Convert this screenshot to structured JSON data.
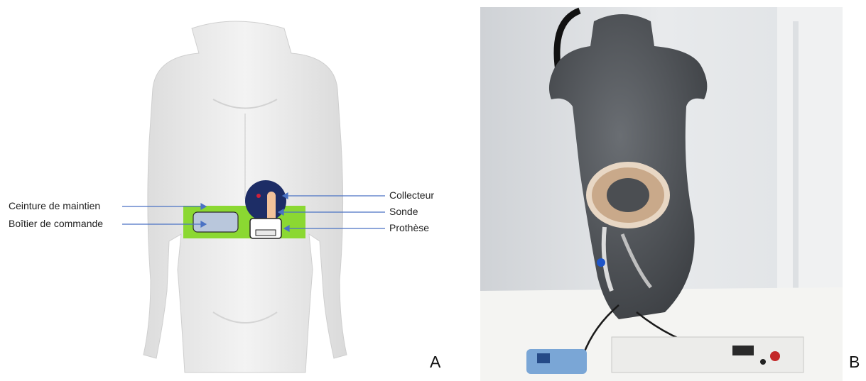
{
  "panel_a": {
    "letter": "A",
    "labels": {
      "belt": "Ceinture de maintien",
      "control_box": "Boîtier de commande",
      "collector": "Collecteur",
      "probe": "Sonde",
      "prosthesis": "Prothèse"
    }
  },
  "panel_b": {
    "letter": "B"
  },
  "colors": {
    "belt_green": "#8bd832",
    "arrow_blue": "#4a72c4",
    "collector_navy": "#1d2d66",
    "probe_tan": "#f2c29a",
    "box_fill": "#b9c7dc",
    "mannequin_white": "#ececec",
    "mannequin_grey": "#4d5156"
  },
  "icons": {
    "mannequin": "white-torso-illustration",
    "photo": "grey-torso-photo"
  }
}
